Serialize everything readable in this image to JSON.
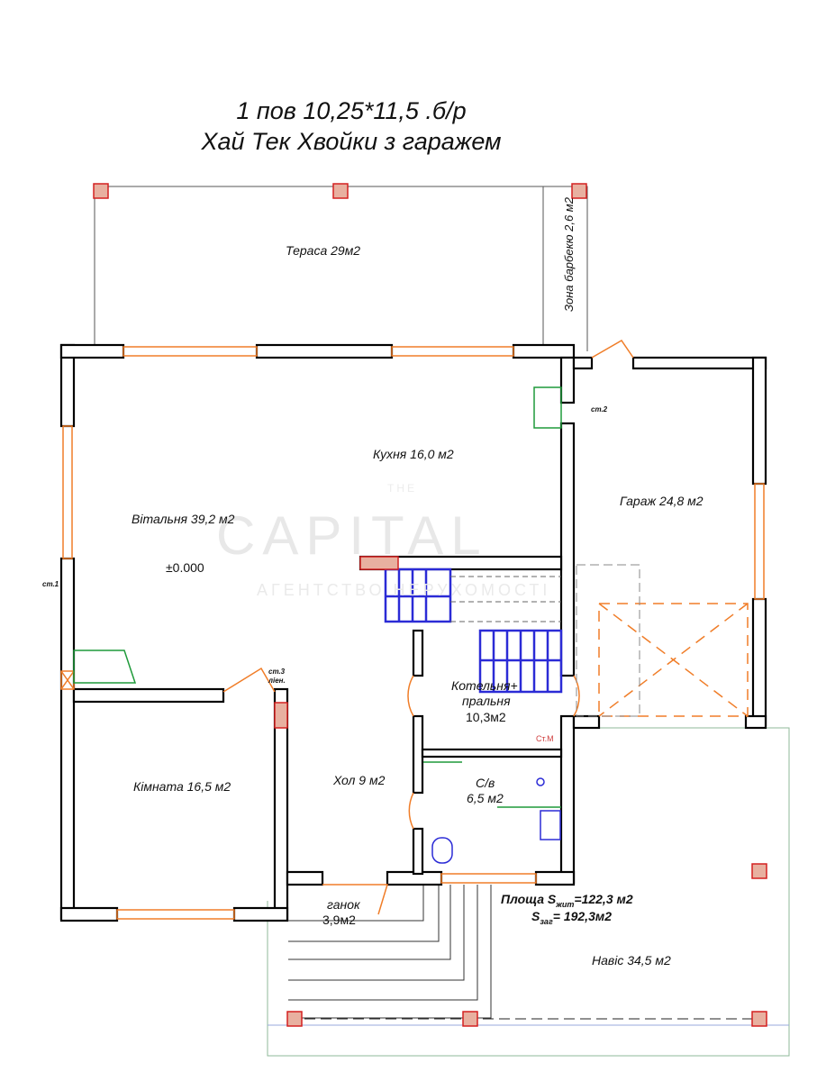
{
  "title": {
    "line1": "1 пов 10,25*11,5 .б/р",
    "line2": "Хай Тек Хвойки з гаражем"
  },
  "watermark": {
    "top": "THE",
    "main": "CAPITAL",
    "sub": "АГЕНТСТВО НЕРУХОМОСТІ"
  },
  "rooms": {
    "terrace": "Тераса 29м2",
    "bbq": "Зона барбекю 2,6 м2",
    "kitchen": "Кухня 16,0 м2",
    "living": "Вітальня 39,2 м2",
    "level": "±0.000",
    "garage": "Гараж 24,8 м2",
    "room": "Кімната 16,5 м2",
    "hall": "Хол 9 м2",
    "boiler1": "Котельня+",
    "boiler2": "пральня",
    "boiler3": "10,3м2",
    "wc1": "С/в",
    "wc2": "6,5 м2",
    "porch1": "ганок",
    "porch2": "3,9м2",
    "canopy": "Навіс 34,5  м2"
  },
  "labels": {
    "st1": "ст.1",
    "st2": "ст.2",
    "st3a": "ст.3",
    "st3b": "ліен.",
    "stm": "Ст.М"
  },
  "area": {
    "living_label": "Площа S",
    "living_sub": "жит",
    "living_value": "=122,3 м2",
    "total_label": "S",
    "total_sub": "заг",
    "total_value": "= 192,3м2"
  },
  "colors": {
    "wall": "#000000",
    "window": "#f07d28",
    "stairs": "#2b2bd6",
    "column": "#d42020",
    "fixture": "#1f9a3a"
  }
}
